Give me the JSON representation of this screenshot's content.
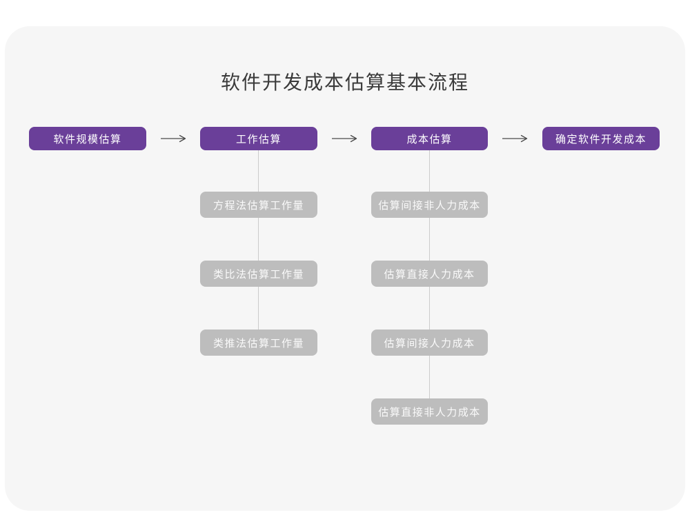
{
  "title": "软件开发成本估算基本流程",
  "colors": {
    "page_background": "#FFFFFF",
    "card_background": "#F6F6F6",
    "primary_node": "#6A3F99",
    "secondary_node": "#BDBDBD",
    "node_text": "#FFFFFF",
    "title_text": "#3A3A3A",
    "arrow": "#4A4A4A",
    "connector_line": "#CBCBCB"
  },
  "main_flow": [
    {
      "label": "软件规模估算"
    },
    {
      "label": "工作估算"
    },
    {
      "label": "成本估算"
    },
    {
      "label": "确定软件开发成本"
    }
  ],
  "work_estimation_methods": [
    {
      "label": "方程法估算工作量"
    },
    {
      "label": "类比法估算工作量"
    },
    {
      "label": "类推法估算工作量"
    }
  ],
  "cost_estimation_steps": [
    {
      "label": "估算间接非人力成本"
    },
    {
      "label": "估算直接人力成本"
    },
    {
      "label": "估算间接人力成本"
    },
    {
      "label": "估算直接非人力成本"
    }
  ]
}
